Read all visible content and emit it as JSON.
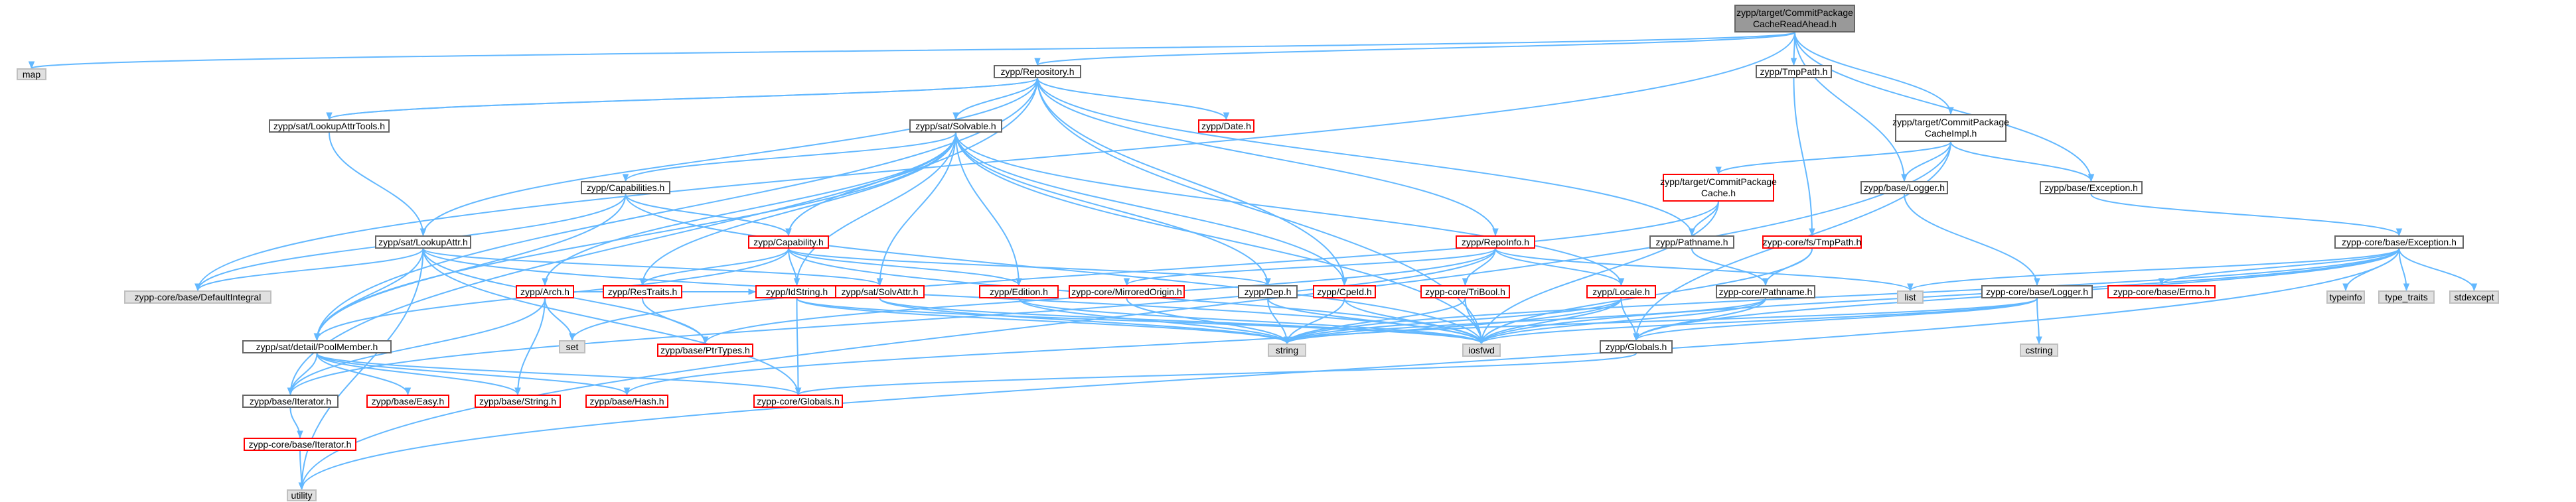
{
  "colors": {
    "edge": "#63b8ff",
    "node_border": "#666666",
    "missing_border": "#ff0000",
    "system_fill": "#e0e0e0",
    "root_fill": "#999999"
  },
  "nodes": [
    {
      "id": "root",
      "lines": [
        "zypp/target/CommitPackage",
        "CacheReadAhead.h"
      ],
      "kind": "root"
    },
    {
      "id": "map",
      "lines": [
        "map"
      ],
      "kind": "ext"
    },
    {
      "id": "repository",
      "lines": [
        "zypp/Repository.h"
      ],
      "kind": "doc"
    },
    {
      "id": "tmppath",
      "lines": [
        "zypp/TmpPath.h"
      ],
      "kind": "doc"
    },
    {
      "id": "cacheimpl",
      "lines": [
        "zypp/target/CommitPackage",
        "CacheImpl.h"
      ],
      "kind": "doc"
    },
    {
      "id": "lookupattrtools",
      "lines": [
        "zypp/sat/LookupAttrTools.h"
      ],
      "kind": "doc"
    },
    {
      "id": "solvable",
      "lines": [
        "zypp/sat/Solvable.h"
      ],
      "kind": "doc"
    },
    {
      "id": "date",
      "lines": [
        "zypp/Date.h"
      ],
      "kind": "red"
    },
    {
      "id": "commitcache",
      "lines": [
        "zypp/target/CommitPackage",
        "Cache.h"
      ],
      "kind": "red"
    },
    {
      "id": "logger",
      "lines": [
        "zypp/base/Logger.h"
      ],
      "kind": "doc"
    },
    {
      "id": "exception",
      "lines": [
        "zypp/base/Exception.h"
      ],
      "kind": "doc"
    },
    {
      "id": "capabilities",
      "lines": [
        "zypp/Capabilities.h"
      ],
      "kind": "doc"
    },
    {
      "id": "repoinfo",
      "lines": [
        "zypp/RepoInfo.h"
      ],
      "kind": "red"
    },
    {
      "id": "pathname",
      "lines": [
        "zypp/Pathname.h"
      ],
      "kind": "doc"
    },
    {
      "id": "fstmppath",
      "lines": [
        "zypp-core/fs/TmpPath.h"
      ],
      "kind": "red"
    },
    {
      "id": "coreexception",
      "lines": [
        "zypp-core/base/Exception.h"
      ],
      "kind": "doc"
    },
    {
      "id": "lookupattr",
      "lines": [
        "zypp/sat/LookupAttr.h"
      ],
      "kind": "doc"
    },
    {
      "id": "capability",
      "lines": [
        "zypp/Capability.h"
      ],
      "kind": "red"
    },
    {
      "id": "defaultintegral",
      "lines": [
        "zypp-core/base/DefaultIntegral"
      ],
      "kind": "ext"
    },
    {
      "id": "arch",
      "lines": [
        "zypp/Arch.h"
      ],
      "kind": "red"
    },
    {
      "id": "restraits",
      "lines": [
        "zypp/ResTraits.h"
      ],
      "kind": "red"
    },
    {
      "id": "idstring",
      "lines": [
        "zypp/IdString.h"
      ],
      "kind": "red"
    },
    {
      "id": "solvattr",
      "lines": [
        "zypp/sat/SolvAttr.h"
      ],
      "kind": "red"
    },
    {
      "id": "edition",
      "lines": [
        "zypp/Edition.h"
      ],
      "kind": "red"
    },
    {
      "id": "mirroredorigin",
      "lines": [
        "zypp-core/MirroredOrigin.h"
      ],
      "kind": "red"
    },
    {
      "id": "dep",
      "lines": [
        "zypp/Dep.h"
      ],
      "kind": "doc"
    },
    {
      "id": "cpeid",
      "lines": [
        "zypp/CpeId.h"
      ],
      "kind": "red"
    },
    {
      "id": "tribool",
      "lines": [
        "zypp-core/TriBool.h"
      ],
      "kind": "red"
    },
    {
      "id": "locale",
      "lines": [
        "zypp/Locale.h"
      ],
      "kind": "red"
    },
    {
      "id": "corepathname",
      "lines": [
        "zypp-core/Pathname.h"
      ],
      "kind": "doc"
    },
    {
      "id": "list",
      "lines": [
        "list"
      ],
      "kind": "ext"
    },
    {
      "id": "corelogger",
      "lines": [
        "zypp-core/base/Logger.h"
      ],
      "kind": "doc"
    },
    {
      "id": "errno",
      "lines": [
        "zypp-core/base/Errno.h"
      ],
      "kind": "red"
    },
    {
      "id": "typeinfo",
      "lines": [
        "typeinfo"
      ],
      "kind": "ext"
    },
    {
      "id": "typetraits",
      "lines": [
        "type_traits"
      ],
      "kind": "ext"
    },
    {
      "id": "stdexcept",
      "lines": [
        "stdexcept"
      ],
      "kind": "ext"
    },
    {
      "id": "poolmember",
      "lines": [
        "zypp/sat/detail/PoolMember.h"
      ],
      "kind": "doc"
    },
    {
      "id": "set",
      "lines": [
        "set"
      ],
      "kind": "ext"
    },
    {
      "id": "ptrtypes",
      "lines": [
        "zypp/base/PtrTypes.h"
      ],
      "kind": "red"
    },
    {
      "id": "string",
      "lines": [
        "string"
      ],
      "kind": "ext"
    },
    {
      "id": "iosfwd",
      "lines": [
        "iosfwd"
      ],
      "kind": "ext"
    },
    {
      "id": "globals",
      "lines": [
        "zypp/Globals.h"
      ],
      "kind": "doc"
    },
    {
      "id": "cstring",
      "lines": [
        "cstring"
      ],
      "kind": "ext"
    },
    {
      "id": "iterator",
      "lines": [
        "zypp/base/Iterator.h"
      ],
      "kind": "doc"
    },
    {
      "id": "easy",
      "lines": [
        "zypp/base/Easy.h"
      ],
      "kind": "red"
    },
    {
      "id": "basestring",
      "lines": [
        "zypp/base/String.h"
      ],
      "kind": "red"
    },
    {
      "id": "hash",
      "lines": [
        "zypp/base/Hash.h"
      ],
      "kind": "red"
    },
    {
      "id": "coreglobals",
      "lines": [
        "zypp-core/Globals.h"
      ],
      "kind": "red"
    },
    {
      "id": "coreiterator",
      "lines": [
        "zypp-core/base/Iterator.h"
      ],
      "kind": "red"
    },
    {
      "id": "utility",
      "lines": [
        "utility"
      ],
      "kind": "ext"
    }
  ],
  "edges": [
    [
      "root",
      "map"
    ],
    [
      "root",
      "repository"
    ],
    [
      "root",
      "tmppath"
    ],
    [
      "root",
      "cacheimpl"
    ],
    [
      "root",
      "logger"
    ],
    [
      "root",
      "exception"
    ],
    [
      "root",
      "defaultintegral"
    ],
    [
      "repository",
      "lookupattrtools"
    ],
    [
      "repository",
      "solvable"
    ],
    [
      "repository",
      "date"
    ],
    [
      "repository",
      "repoinfo"
    ],
    [
      "repository",
      "pathname"
    ],
    [
      "repository",
      "lookupattr"
    ],
    [
      "repository",
      "cpeid"
    ],
    [
      "repository",
      "iterator"
    ],
    [
      "repository",
      "poolmember"
    ],
    [
      "repository",
      "iosfwd"
    ],
    [
      "lookupattrtools",
      "repository"
    ],
    [
      "lookupattrtools",
      "lookupattr"
    ],
    [
      "tmppath",
      "fstmppath"
    ],
    [
      "cacheimpl",
      "commitcache"
    ],
    [
      "cacheimpl",
      "logger"
    ],
    [
      "cacheimpl",
      "exception"
    ],
    [
      "cacheimpl",
      "globals"
    ],
    [
      "cacheimpl",
      "utility"
    ],
    [
      "solvable",
      "capabilities"
    ],
    [
      "solvable",
      "capability"
    ],
    [
      "solvable",
      "restraits"
    ],
    [
      "solvable",
      "idstring"
    ],
    [
      "solvable",
      "solvattr"
    ],
    [
      "solvable",
      "edition"
    ],
    [
      "solvable",
      "arch"
    ],
    [
      "solvable",
      "locale"
    ],
    [
      "solvable",
      "dep"
    ],
    [
      "solvable",
      "cpeid"
    ],
    [
      "solvable",
      "poolmember"
    ],
    [
      "solvable",
      "iosfwd"
    ],
    [
      "commitcache",
      "pathname"
    ],
    [
      "commitcache",
      "iosfwd"
    ],
    [
      "commitcache",
      "set"
    ],
    [
      "logger",
      "corelogger"
    ],
    [
      "exception",
      "coreexception"
    ],
    [
      "capabilities",
      "capability"
    ],
    [
      "capabilities",
      "defaultintegral"
    ],
    [
      "capabilities",
      "poolmember"
    ],
    [
      "capabilities",
      "iosfwd"
    ],
    [
      "repoinfo",
      "tribool"
    ],
    [
      "repoinfo",
      "locale"
    ],
    [
      "repoinfo",
      "mirroredorigin"
    ],
    [
      "repoinfo",
      "list"
    ],
    [
      "repoinfo",
      "ptrtypes"
    ],
    [
      "repoinfo",
      "iterator"
    ],
    [
      "pathname",
      "corepathname"
    ],
    [
      "fstmppath",
      "corepathname"
    ],
    [
      "fstmppath",
      "iosfwd"
    ],
    [
      "coreexception",
      "list"
    ],
    [
      "coreexception",
      "errno"
    ],
    [
      "coreexception",
      "typeinfo"
    ],
    [
      "coreexception",
      "typetraits"
    ],
    [
      "coreexception",
      "stdexcept"
    ],
    [
      "coreexception",
      "iosfwd"
    ],
    [
      "coreexception",
      "utility"
    ],
    [
      "coreexception",
      "globals"
    ],
    [
      "coreexception",
      "string"
    ],
    [
      "lookupattr",
      "defaultintegral"
    ],
    [
      "lookupattr",
      "poolmember"
    ],
    [
      "lookupattr",
      "solvattr"
    ],
    [
      "lookupattr",
      "ptrtypes"
    ],
    [
      "lookupattr",
      "coreglobals"
    ],
    [
      "lookupattr",
      "utility"
    ],
    [
      "lookupattr",
      "iosfwd"
    ],
    [
      "capability",
      "idstring"
    ],
    [
      "capability",
      "edition"
    ],
    [
      "capability",
      "restraits"
    ],
    [
      "capability",
      "poolmember"
    ],
    [
      "capability",
      "dep"
    ],
    [
      "capability",
      "iosfwd"
    ],
    [
      "arch",
      "idstring"
    ],
    [
      "arch",
      "basestring"
    ],
    [
      "arch",
      "set"
    ],
    [
      "arch",
      "iterator"
    ],
    [
      "restraits",
      "ptrtypes"
    ],
    [
      "idstring",
      "coreglobals"
    ],
    [
      "idstring",
      "string"
    ],
    [
      "idstring",
      "iosfwd"
    ],
    [
      "solvattr",
      "idstring"
    ],
    [
      "solvattr",
      "string"
    ],
    [
      "solvattr",
      "iosfwd"
    ],
    [
      "edition",
      "string"
    ],
    [
      "edition",
      "iosfwd"
    ],
    [
      "mirroredorigin",
      "string"
    ],
    [
      "dep",
      "string"
    ],
    [
      "dep",
      "iosfwd"
    ],
    [
      "cpeid",
      "string"
    ],
    [
      "cpeid",
      "iosfwd"
    ],
    [
      "tribool",
      "string"
    ],
    [
      "tribool",
      "iosfwd"
    ],
    [
      "locale",
      "string"
    ],
    [
      "locale",
      "iosfwd"
    ],
    [
      "locale",
      "globals"
    ],
    [
      "locale",
      "hash"
    ],
    [
      "corepathname",
      "string"
    ],
    [
      "corepathname",
      "iosfwd"
    ],
    [
      "corepathname",
      "globals"
    ],
    [
      "corelogger",
      "cstring"
    ],
    [
      "corelogger",
      "iosfwd"
    ],
    [
      "corelogger",
      "string"
    ],
    [
      "corelogger",
      "globals"
    ],
    [
      "globals",
      "coreglobals"
    ],
    [
      "poolmember",
      "iterator"
    ],
    [
      "poolmember",
      "easy"
    ],
    [
      "poolmember",
      "basestring"
    ],
    [
      "poolmember",
      "hash"
    ],
    [
      "poolmember",
      "coreglobals"
    ],
    [
      "iterator",
      "coreiterator"
    ],
    [
      "coreiterator",
      "utility"
    ]
  ]
}
